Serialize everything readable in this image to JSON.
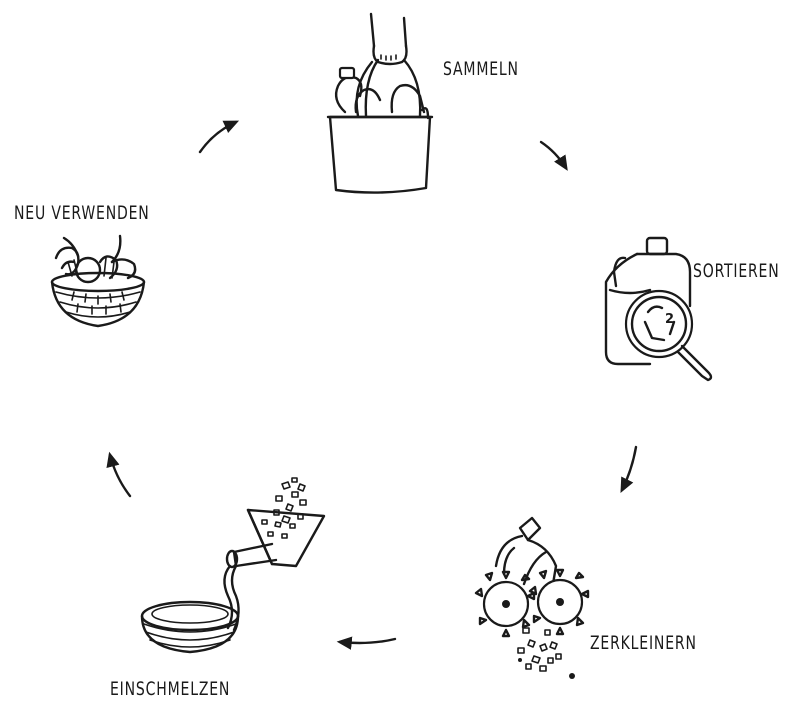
{
  "steps": [
    {
      "id": "collect",
      "label": "SAMMELN",
      "icon": "bag-with-bottles-icon"
    },
    {
      "id": "sort",
      "label": "SORTIEREN",
      "icon": "bottle-magnifier-icon"
    },
    {
      "id": "shred",
      "label": "ZERKLEINERN",
      "icon": "shredder-icon"
    },
    {
      "id": "melt",
      "label": "EINSCHMELZEN",
      "icon": "melting-funnel-icon"
    },
    {
      "id": "reuse",
      "label": "NEU VERWENDEN",
      "icon": "woven-basket-icon"
    }
  ],
  "colors": {
    "ink": "#1a1a1a",
    "background": "#ffffff"
  }
}
